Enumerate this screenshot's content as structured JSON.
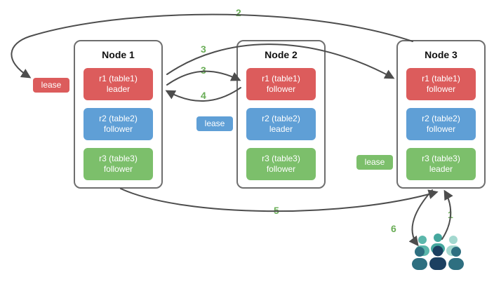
{
  "nodes": [
    {
      "title": "Node 1",
      "replicas": [
        {
          "name": "r1 (table1)",
          "role": "leader",
          "color": "#dc5c5c"
        },
        {
          "name": "r2 (table2)",
          "role": "follower",
          "color": "#5f9fd6"
        },
        {
          "name": "r3 (table3)",
          "role": "follower",
          "color": "#7cbf6b"
        }
      ]
    },
    {
      "title": "Node 2",
      "replicas": [
        {
          "name": "r1 (table1)",
          "role": "follower",
          "color": "#dc5c5c"
        },
        {
          "name": "r2 (table2)",
          "role": "leader",
          "color": "#5f9fd6"
        },
        {
          "name": "r3 (table3)",
          "role": "follower",
          "color": "#7cbf6b"
        }
      ]
    },
    {
      "title": "Node 3",
      "replicas": [
        {
          "name": "r1 (table1)",
          "role": "follower",
          "color": "#dc5c5c"
        },
        {
          "name": "r2 (table2)",
          "role": "follower",
          "color": "#5f9fd6"
        },
        {
          "name": "r3 (table3)",
          "role": "leader",
          "color": "#7cbf6b"
        }
      ]
    }
  ],
  "leases": [
    {
      "label": "lease",
      "color": "#dc5c5c"
    },
    {
      "label": "lease",
      "color": "#5f9fd6"
    },
    {
      "label": "lease",
      "color": "#7cbf6b"
    }
  ],
  "steps": [
    {
      "text": "2"
    },
    {
      "text": "3"
    },
    {
      "text": "3"
    },
    {
      "text": "4"
    },
    {
      "text": "5"
    },
    {
      "text": "1"
    },
    {
      "text": "6"
    }
  ],
  "colors": {
    "replica_leader_red": "#dc5c5c",
    "replica_follower_blue": "#5f9fd6",
    "replica_follower_green": "#7cbf6b",
    "step_label_green": "#69ad56",
    "arrow_gray": "#4d4d4d",
    "node_border_gray": "#6e6e6e"
  },
  "icons": {
    "users": "users-group-icon"
  }
}
